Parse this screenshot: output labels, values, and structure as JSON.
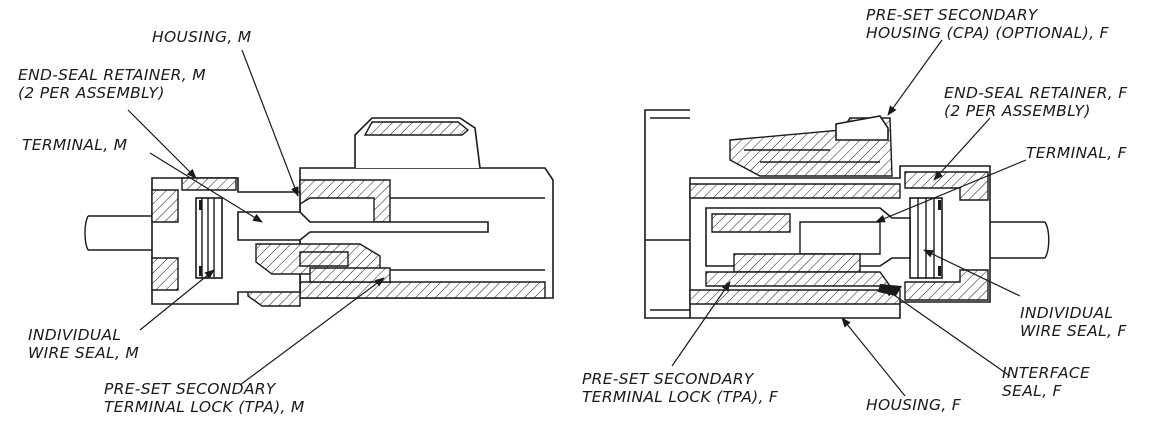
{
  "figure": {
    "male_assembly": {
      "labels": {
        "housing": "HOUSING, M",
        "end_seal_retainer": [
          "END-SEAL RETAINER, M",
          "(2 PER ASSEMBLY)"
        ],
        "terminal": "TERMINAL, M",
        "individual_wire_seal": [
          "INDIVIDUAL",
          "WIRE SEAL, M"
        ],
        "tpa": [
          "PRE-SET SECONDARY",
          "TERMINAL LOCK (TPA), M"
        ]
      }
    },
    "female_assembly": {
      "labels": {
        "cpa": [
          "PRE-SET SECONDARY",
          "HOUSING (CPA) (OPTIONAL), F"
        ],
        "end_seal_retainer": [
          "END-SEAL RETAINER, F",
          "(2 PER ASSEMBLY)"
        ],
        "terminal": "TERMINAL, F",
        "individual_wire_seal": [
          "INDIVIDUAL",
          "WIRE SEAL, F"
        ],
        "interface_seal": [
          "INTERFACE",
          "SEAL, F"
        ],
        "housing": "HOUSING, F",
        "tpa": [
          "PRE-SET SECONDARY",
          "TERMINAL LOCK (TPA), F"
        ]
      }
    }
  }
}
